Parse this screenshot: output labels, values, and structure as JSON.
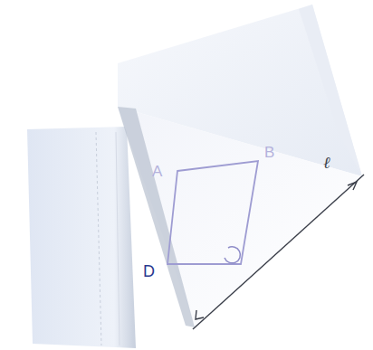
{
  "diagram": {
    "labels": [
      "A",
      "B",
      "D",
      "ℓ"
    ]
  }
}
